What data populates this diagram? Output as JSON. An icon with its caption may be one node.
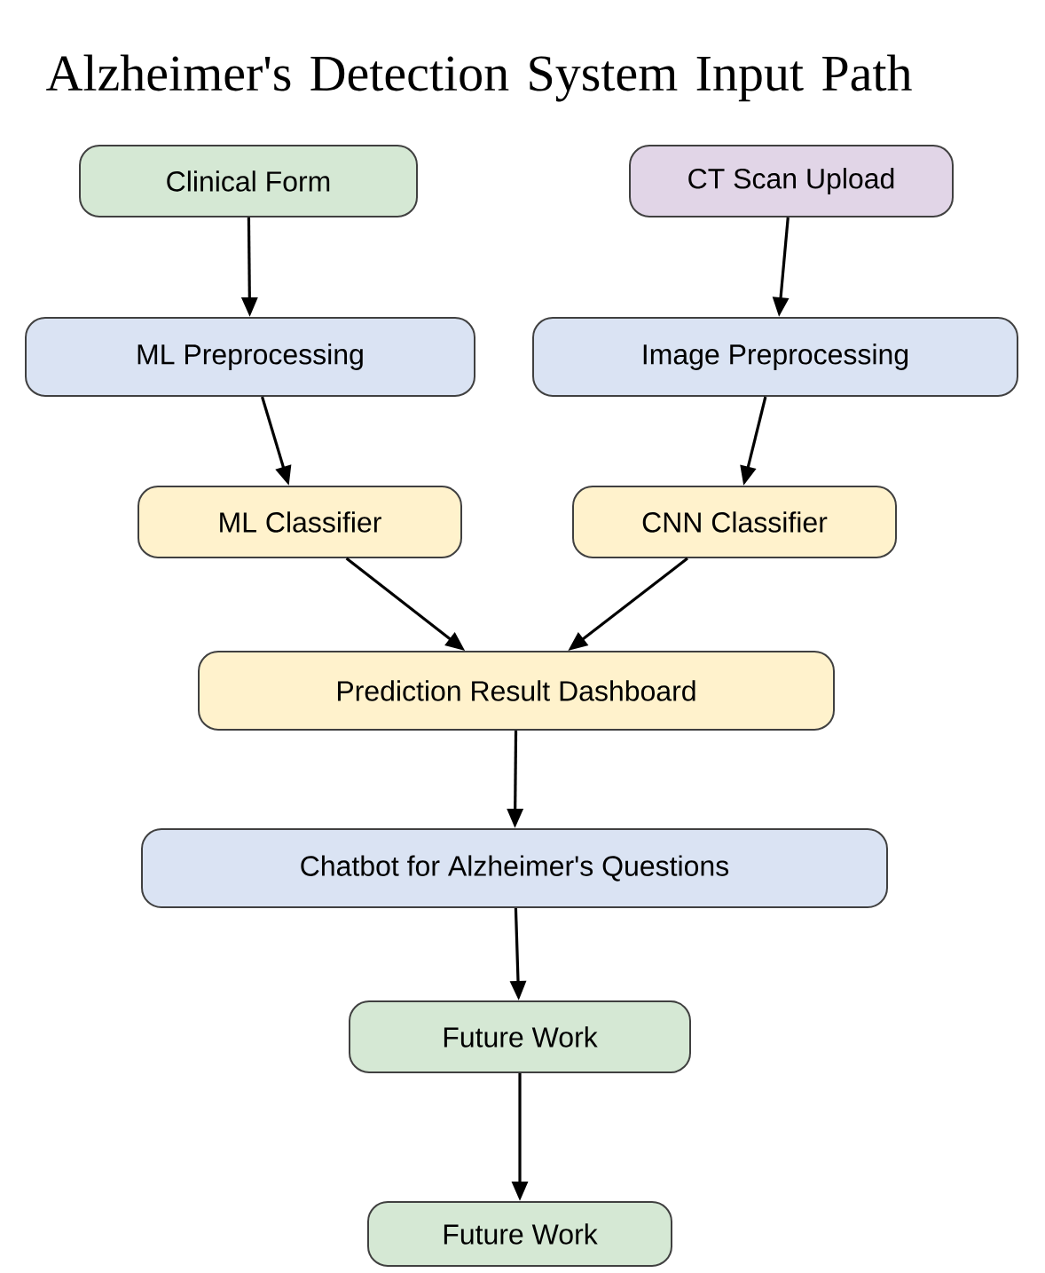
{
  "diagram": {
    "title": "Alzheimer's Detection System Input Path",
    "nodes": [
      {
        "text": [
          "Clinical Form"
        ]
      },
      {
        "text": [
          "CT Scan Upload"
        ]
      },
      {
        "text": [
          "ML Preprocessing"
        ]
      },
      {
        "text": [
          "Image Preprocessing"
        ]
      },
      {
        "text": [
          "ML Classifier"
        ]
      },
      {
        "text": [
          "CNN Classifier"
        ]
      },
      {
        "text": [
          "Prediction Result Dashboard"
        ]
      },
      {
        "text": [
          "Chatbot for Alzheimer's Questions"
        ]
      },
      {
        "text": [
          "Future Work"
        ]
      },
      {
        "text": [
          "Future Work"
        ]
      }
    ],
    "edges": [
      {
        "from": 0,
        "to": 2,
        "arrow": "to"
      },
      {
        "from": 1,
        "to": 3,
        "arrow": "to"
      },
      {
        "from": 2,
        "to": 4,
        "arrow": "to"
      },
      {
        "from": 3,
        "to": 5,
        "arrow": "to"
      },
      {
        "from": 4,
        "to": 6,
        "arrow": "to"
      },
      {
        "from": 5,
        "to": 6,
        "arrow": "to"
      },
      {
        "from": 6,
        "to": 7,
        "arrow": "to"
      },
      {
        "from": 7,
        "to": 8,
        "arrow": "to"
      },
      {
        "from": 8,
        "to": 9,
        "arrow": "to"
      }
    ]
  }
}
